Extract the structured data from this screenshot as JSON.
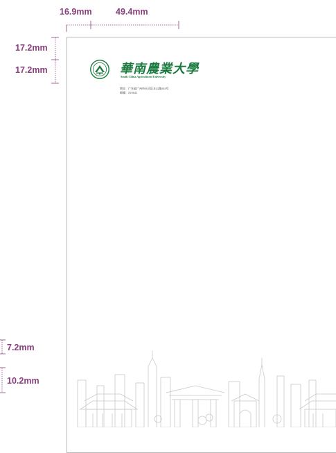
{
  "dimensions": {
    "left_margin": "16.9mm",
    "logo_width": "49.4mm",
    "top_margin": "17.2mm",
    "logo_height": "17.2mm",
    "bottom_gap": "7.2mm",
    "footer_height": "10.2mm"
  },
  "letterhead": {
    "cn_name": "華南農業大學",
    "en_name": "South China Agricultural University",
    "address": "地址：广东省广州市天河区五山路483号",
    "postcode": "邮编：510642"
  },
  "colors": {
    "dimension": "#8a3f7e",
    "brand_green": "#1b7a3e",
    "skyline": "#c9c9c9"
  },
  "icons": {
    "seal": "university-seal-icon"
  }
}
